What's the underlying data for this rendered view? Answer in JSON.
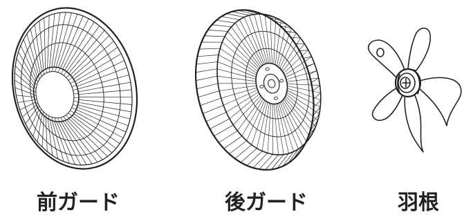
{
  "parts": [
    {
      "label": "前ガード",
      "icon": "front-guard-icon"
    },
    {
      "label": "後ガード",
      "icon": "rear-guard-icon"
    },
    {
      "label": "羽根",
      "icon": "fan-blade-icon"
    }
  ],
  "colors": {
    "line": "#231f20",
    "background": "#ffffff"
  }
}
